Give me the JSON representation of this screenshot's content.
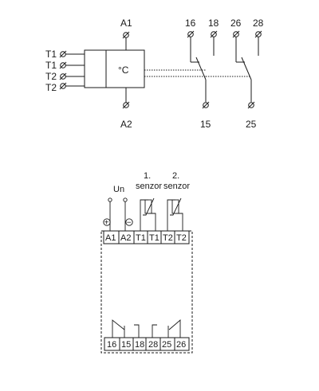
{
  "top": {
    "supply_top": "A1",
    "supply_bottom": "A2",
    "unit_symbol": "°C",
    "sensor_inputs": [
      "T1",
      "T1",
      "T2",
      "T2"
    ],
    "contact_terminals_top": [
      "16",
      "18",
      "26",
      "28"
    ],
    "contact_terminals_bottom": [
      "15",
      "25"
    ]
  },
  "bottom": {
    "supply_label": "Un",
    "sensor_groups": [
      {
        "number": "1.",
        "name": "senzor"
      },
      {
        "number": "2.",
        "name": "senzor"
      }
    ],
    "plus_symbol": "+",
    "minus_symbol": "−",
    "terminals_top": [
      "A1",
      "A2",
      "T1",
      "T1",
      "T2",
      "T2"
    ],
    "terminals_bottom": [
      "16",
      "15",
      "18",
      "28",
      "25",
      "26"
    ]
  }
}
